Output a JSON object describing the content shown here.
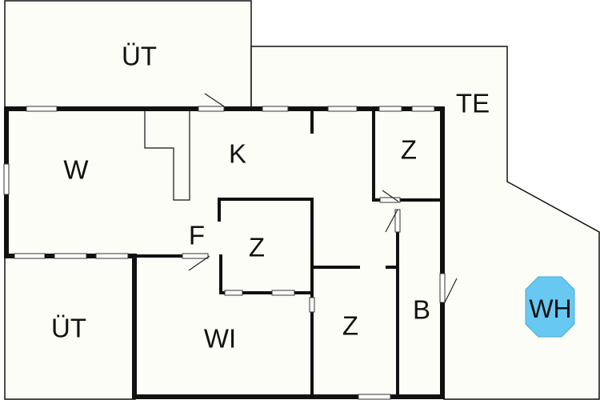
{
  "rooms": {
    "ut_top": "ÜT",
    "te": "TE",
    "w": "W",
    "k": "K",
    "z_topright": "Z",
    "f": "F",
    "z_center": "Z",
    "ut_bottom": "ÜT",
    "wi": "WI",
    "z_bottom": "Z",
    "b": "B",
    "wh": "WH"
  },
  "colors": {
    "wh_fill": "#67c8f2",
    "background": "#fdfdf7"
  }
}
